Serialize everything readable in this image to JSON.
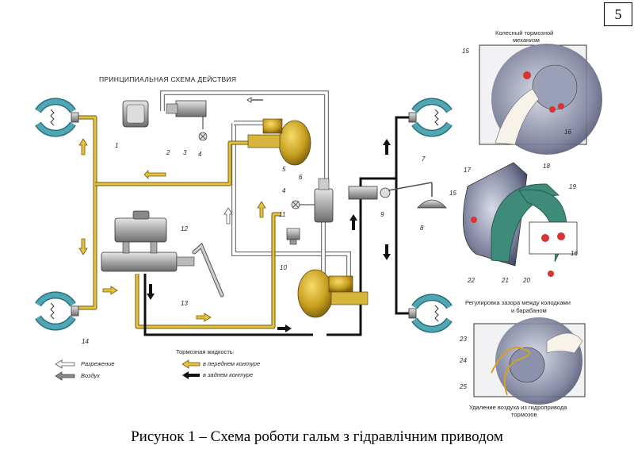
{
  "page_number": "5",
  "caption": "Рисунок 1 – Схема роботи гальм з гідравлічним приводом",
  "diagram": {
    "title": "ПРИНЦИПИАЛЬНАЯ СХЕМА ДЕЙСТВИЯ",
    "numbers": {
      "n1": "1",
      "n2": "2",
      "n3": "3",
      "n4": "4",
      "n4b": "4",
      "n5": "5",
      "n6": "6",
      "n7": "7",
      "n8": "8",
      "n9": "9",
      "n10": "10",
      "n11": "11",
      "n12": "12",
      "n13": "13",
      "n14": "14"
    },
    "legend": {
      "vacuum": "Разрежение",
      "air": "Воздух",
      "fluid_title": "Тормозная жидкость:",
      "front": "в переднем контуре",
      "rear": "в заднем контуре"
    }
  },
  "insets": {
    "top": {
      "title_line1": "Колесный тормозной",
      "title_line2": "механизм",
      "n15": "15",
      "n16": "16"
    },
    "middle": {
      "n17": "17",
      "n18": "18",
      "n19": "19",
      "n15": "15",
      "n16": "16",
      "n22": "22",
      "n21": "21",
      "n20": "20",
      "caption_line1": "Регулировка зазора между колодками",
      "caption_line2": "и барабаном"
    },
    "bottom": {
      "n23": "23",
      "n24": "24",
      "n25": "25",
      "caption_line1": "Удаление воздуха из гидропривода",
      "caption_line2": "тормозов"
    }
  },
  "colors": {
    "front_fluid": "#e8c23a",
    "rear_fluid": "#111111",
    "vacuum": "#ffffff",
    "air": "#8a8a8a",
    "shoe": "#4fa6b4",
    "booster": "#c9a020"
  }
}
